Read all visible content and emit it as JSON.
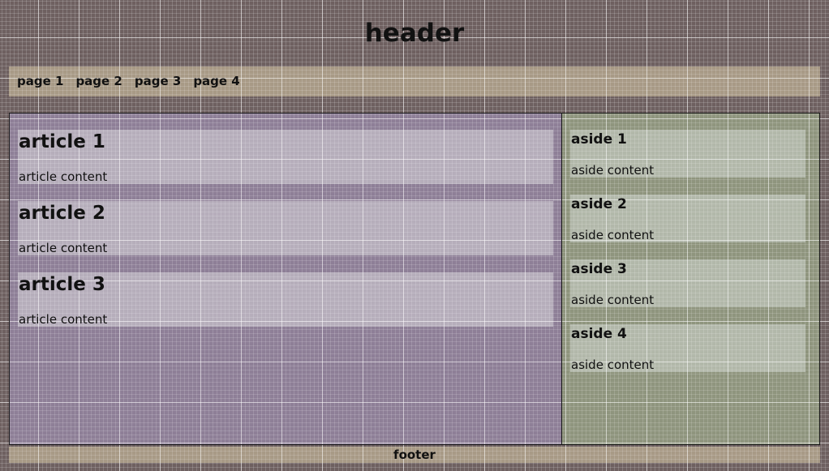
{
  "header": {
    "title": "header"
  },
  "nav": {
    "items": [
      {
        "label": "page 1"
      },
      {
        "label": "page 2"
      },
      {
        "label": "page 3"
      },
      {
        "label": "page 4"
      }
    ]
  },
  "articles": [
    {
      "title": "article 1",
      "content": "article content"
    },
    {
      "title": "article 2",
      "content": "article content"
    },
    {
      "title": "article 3",
      "content": "article content"
    }
  ],
  "asides": [
    {
      "title": "aside 1",
      "content": "aside content"
    },
    {
      "title": "aside 2",
      "content": "aside content"
    },
    {
      "title": "aside 3",
      "content": "aside content"
    },
    {
      "title": "aside 4",
      "content": "aside content"
    }
  ],
  "footer": {
    "text": "footer"
  },
  "colors": {
    "page_background": "#6e6060",
    "nav_background": "#a89a86",
    "articles_background": "#8e7f97",
    "article_card": "#b6aebb",
    "asides_background": "#8f957e",
    "aside_card": "#b2b8aa"
  }
}
